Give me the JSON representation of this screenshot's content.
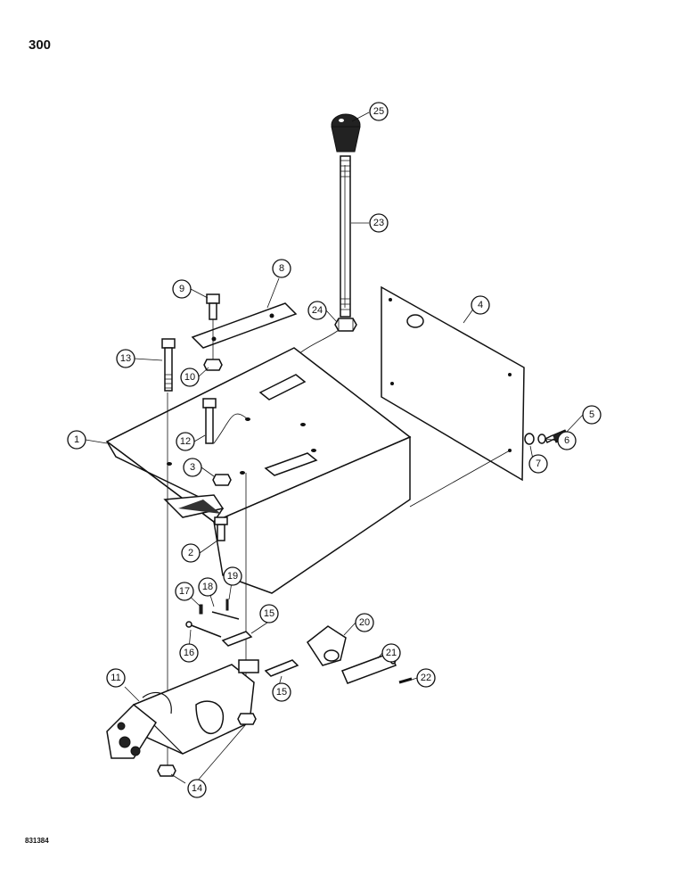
{
  "page_number": "300",
  "doc_code": "831384",
  "callouts": [
    "1",
    "2",
    "3",
    "4",
    "5",
    "6",
    "7",
    "8",
    "9",
    "10",
    "11",
    "12",
    "13",
    "14",
    "14",
    "15",
    "15",
    "16",
    "17",
    "18",
    "19",
    "20",
    "21",
    "22",
    "23",
    "24",
    "25"
  ]
}
